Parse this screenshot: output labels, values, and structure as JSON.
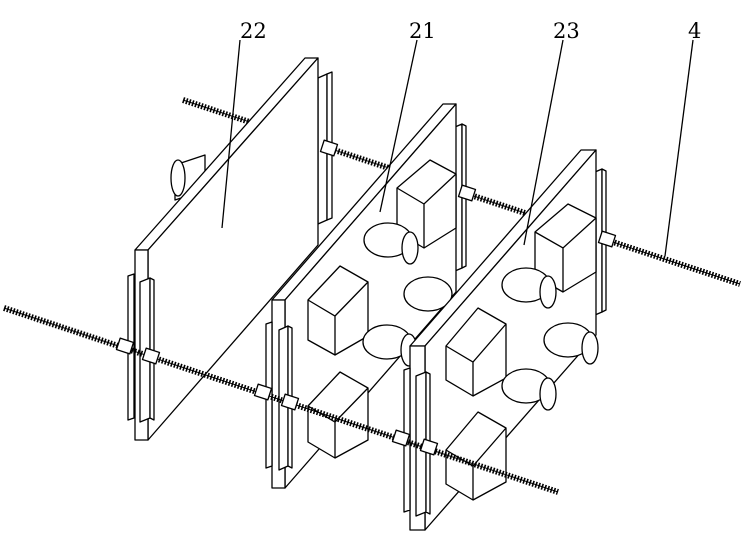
{
  "labels": {
    "l22": "22",
    "l21": "21",
    "l23": "23",
    "l4": "4"
  }
}
